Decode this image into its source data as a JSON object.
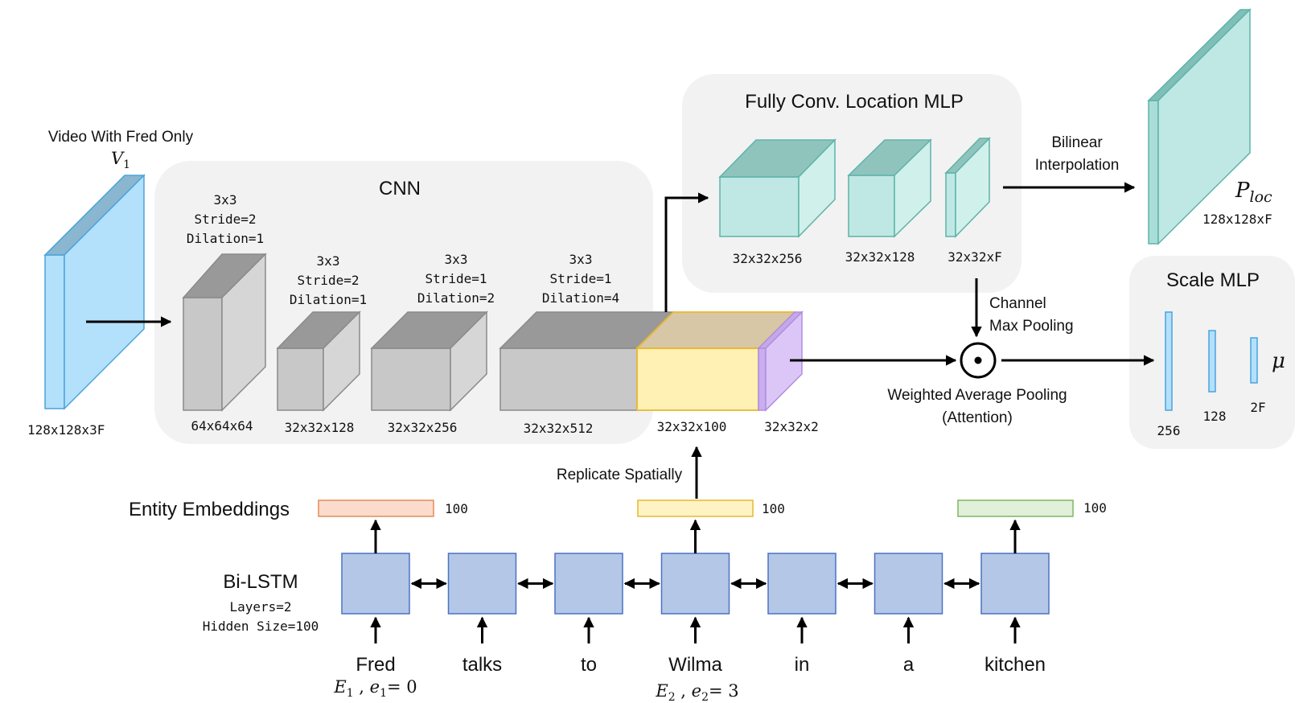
{
  "input": {
    "title": "Video With Fred Only",
    "symbol": "V",
    "symbol_sub": "1",
    "dims": "128x128x3F"
  },
  "cnn": {
    "title": "CNN",
    "layers": [
      {
        "params": [
          "3x3",
          "Stride=2",
          "Dilation=1"
        ],
        "dims": "64x64x64"
      },
      {
        "params": [
          "3x3",
          "Stride=2",
          "Dilation=1"
        ],
        "dims": "32x32x128"
      },
      {
        "params": [
          "3x3",
          "Stride=1",
          "Dilation=2"
        ],
        "dims": "32x32x256"
      },
      {
        "params": [
          "3x3",
          "Stride=1",
          "Dilation=4"
        ],
        "dims": "32x32x512"
      }
    ],
    "concat_dims": [
      "32x32x100",
      "32x32x2"
    ]
  },
  "loc_mlp": {
    "title": "Fully Conv. Location MLP",
    "dims": [
      "32x32x256",
      "32x32x128",
      "32x32xF"
    ]
  },
  "bilinear": [
    "Bilinear",
    "Interpolation"
  ],
  "ploc": {
    "symbol": "P",
    "sub": "loc",
    "dims": "128x128xF"
  },
  "channel_pool": [
    "Channel",
    "Max Pooling"
  ],
  "weighted_pool": [
    "Weighted Average Pooling",
    "(Attention)"
  ],
  "odot_symbol": "⊙",
  "scale_mlp": {
    "title": "Scale MLP",
    "dims": [
      "256",
      "128",
      "2F"
    ],
    "output_symbol": "μ"
  },
  "replicate_label": "Replicate Spatially",
  "embeddings": {
    "title": "Entity Embeddings",
    "sizes": [
      "100",
      "100",
      "100"
    ]
  },
  "bilstm": {
    "title": "Bi-LSTM",
    "params": [
      "Layers=2",
      "Hidden Size=100"
    ]
  },
  "words": [
    "Fred",
    "talks",
    "to",
    "Wilma",
    "in",
    "a",
    "kitchen"
  ],
  "entity_labels": [
    {
      "E": "E",
      "E_sub": "1",
      "e": "e",
      "e_sub": "1",
      "value": "= 0"
    },
    {
      "E": "E",
      "E_sub": "2",
      "e": "e",
      "e_sub": "2",
      "value": "= 3"
    }
  ],
  "colors": {
    "input_blue": "#b3e0fb",
    "input_edge": "#4ba3dc",
    "gray_front": "#c8c8c8",
    "gray_top": "#999999",
    "teal": "#bfe8e4",
    "teal_top": "#8fc4bd",
    "yellow": "#fff0b3",
    "purple": "#dcc6f7",
    "lstm": "#b4c7e7",
    "lstm_edge": "#4a72c4",
    "emb_orange": "#fbdccc",
    "emb_yellow": "#fff3c4",
    "emb_green": "#e1f0d8",
    "panel": "#f2f2f2"
  }
}
